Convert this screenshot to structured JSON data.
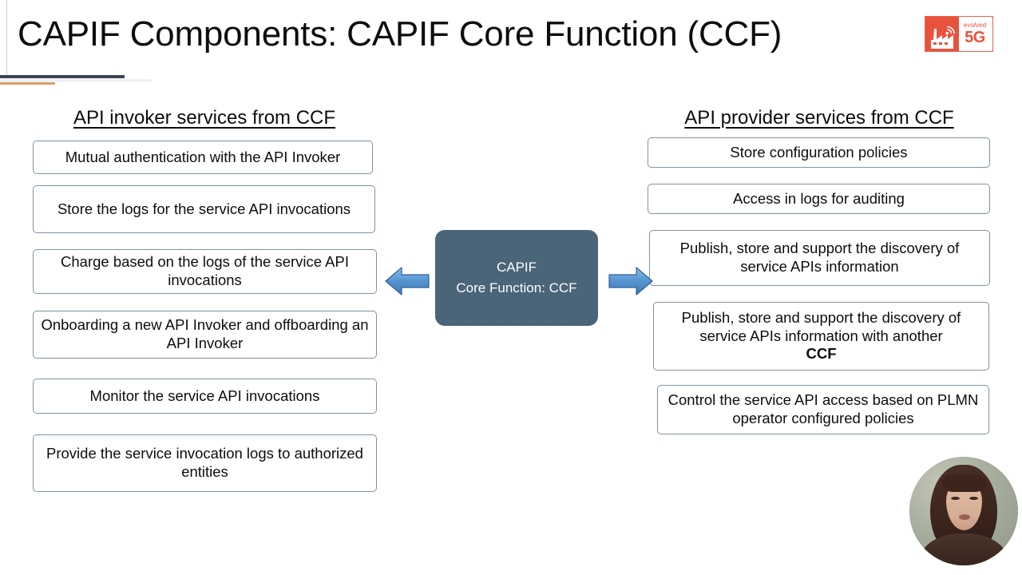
{
  "slide": {
    "title": "CAPIF Components: CAPIF Core Function (CCF)"
  },
  "logo": {
    "name": "evolved-5g-logo",
    "tagline": "evolved",
    "wordmark": "5G",
    "mark_icon": "factory-antenna-icon",
    "brand_color": "#e8523c"
  },
  "left_column": {
    "heading": "API invoker services from CCF",
    "items": [
      {
        "text": "Mutual authentication with the API Invoker"
      },
      {
        "text": "Store the logs for the service API invocations"
      },
      {
        "text": "Charge based on the logs of the service API invocations"
      },
      {
        "text": "Onboarding a new API Invoker and offboarding an API Invoker"
      },
      {
        "text": "Monitor the service API invocations"
      },
      {
        "text": "Provide the service invocation logs to authorized entities"
      }
    ]
  },
  "right_column": {
    "heading": "API provider services from CCF",
    "items": [
      {
        "text": "Store configuration policies"
      },
      {
        "text": "Access in logs for auditing"
      },
      {
        "text": "Publish, store and support the discovery of service APIs information"
      },
      {
        "text_prefix": "Publish, store and support the discovery of service APIs information with another ",
        "emphasis": "CCF"
      },
      {
        "text": "Control the service API access based on PLMN operator configured policies"
      }
    ]
  },
  "center_node": {
    "line1": "CAPIF",
    "line2": "Core Function: CCF",
    "fill_color": "#4a6478",
    "text_color": "#ffffff"
  },
  "arrows": {
    "left_icon": "arrow-left-icon",
    "right_icon": "arrow-right-icon",
    "color": "#4e91cd"
  },
  "webcam": {
    "label": "presenter-video-overlay"
  },
  "decoration": {
    "rule_dark_color": "#3b4654",
    "rule_orange_color": "#d6a26a",
    "box_border_color": "#7e93a4"
  }
}
